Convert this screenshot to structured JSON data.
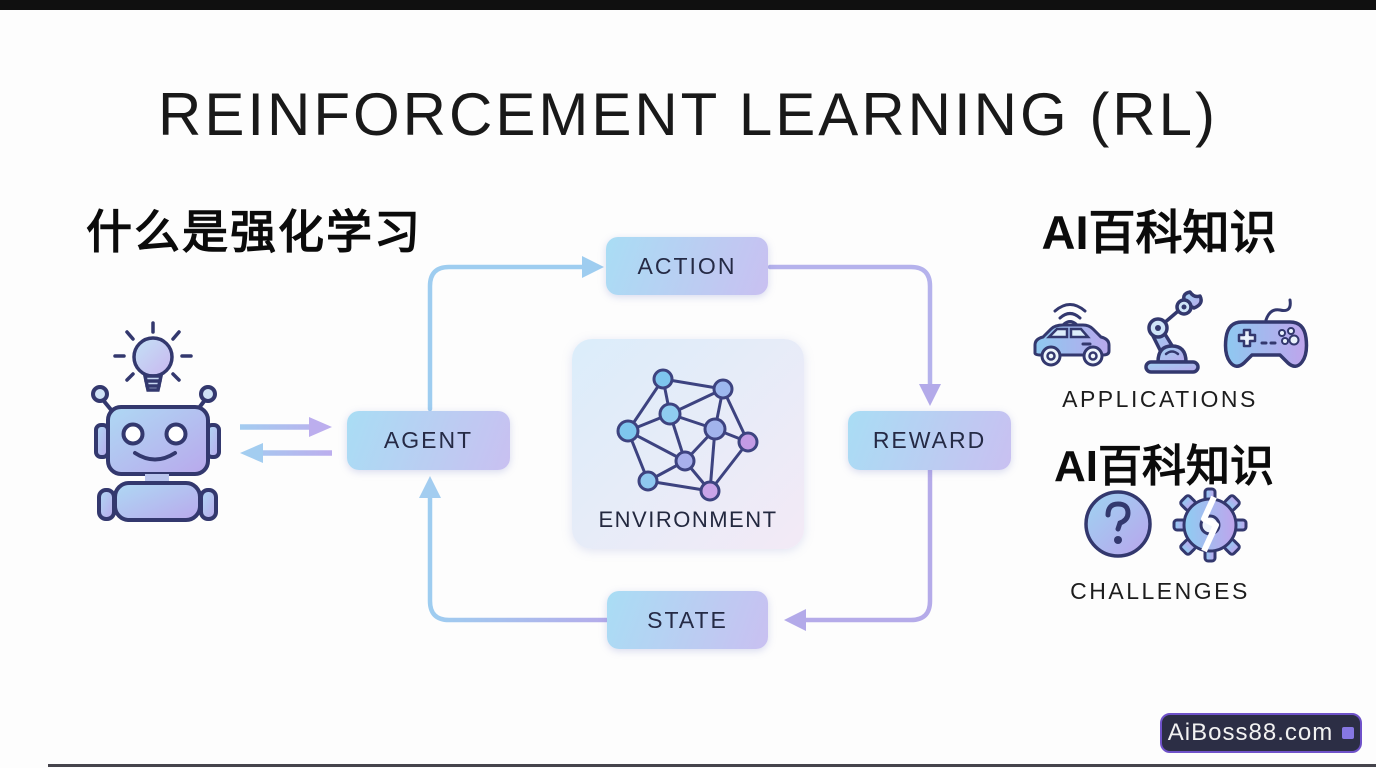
{
  "header": {
    "title": "REINFORCEMENT LEARNING (RL)",
    "subtitle_zh": "什么是强化学习"
  },
  "diagram": {
    "agent_label": "AGENT",
    "action_label": "ACTION",
    "environment_label": "ENVIRONMENT",
    "reward_label": "REWARD",
    "state_label": "STATE",
    "loop_order": [
      "AGENT",
      "ACTION",
      "REWARD",
      "STATE"
    ],
    "icons": [
      "robot-mascot-icon",
      "lightbulb-icon",
      "network-graph-icon"
    ]
  },
  "right_panel": {
    "applications": {
      "heading_zh": "AI百科知识",
      "caption": "APPLICATIONS",
      "icons": [
        "autonomous-car-icon",
        "robot-arm-icon",
        "game-controller-icon"
      ]
    },
    "challenges": {
      "heading_zh": "AI百科知识",
      "caption": "CHALLENGES",
      "icons": [
        "question-mark-icon",
        "broken-gear-icon"
      ]
    }
  },
  "watermark": {
    "text": "AiBoss88.com"
  },
  "colors": {
    "accent_blue": "#9ecdf0",
    "accent_purple": "#b5abea",
    "box_gradient_start": "#a9ddf4",
    "box_gradient_end": "#c9c0f1",
    "outline_navy": "#3b4080",
    "badge_bg": "#2c2e45",
    "badge_border": "#6f52c9",
    "top_bar": "#101010"
  }
}
